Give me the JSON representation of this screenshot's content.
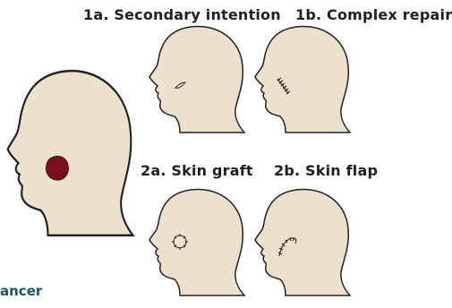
{
  "labels": {
    "secondary_intention": "1a. Secondary intention",
    "complex_repair": "1b. Complex repair",
    "skin_graft": "2a. Skin graft",
    "skin_flap": "2b. Skin flap",
    "cancer": "ancer"
  },
  "colors": {
    "skin": "#ede0cc",
    "outline": "#222222",
    "lesion": "#7a0f22",
    "caption": "#1d5566"
  }
}
